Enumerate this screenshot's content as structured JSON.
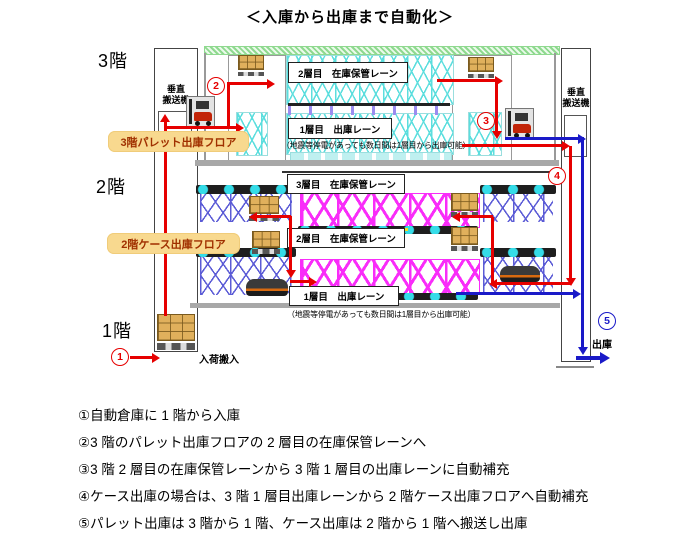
{
  "title": "＜入庫から出庫まで自動化＞",
  "floors": {
    "f3": "3階",
    "f2": "2階",
    "f1": "1階"
  },
  "lifts": {
    "left": "垂直\n搬送機",
    "right": "垂直\n搬送機"
  },
  "floor3": {
    "lane2": "2層目　在庫保管レーン",
    "lane1": "1層目　出庫レーン",
    "caption": "（地震等停電があっても数日間は1層目から出庫可能）",
    "pallet_floor_label": "3階パレット出庫フロア"
  },
  "floor2": {
    "lane3": "3層目　在庫保管レーン",
    "lane2": "2層目　在庫保管レーン",
    "lane1": "1層目　出庫レーン",
    "caption": "（地震等停電があっても数日間は1層目から出庫可能）",
    "case_floor_label": "2階ケース出庫フロア"
  },
  "floor1": {
    "inbound": "入荷搬入"
  },
  "outbound": "出庫",
  "markers": {
    "m1": "1",
    "m2": "2",
    "m3": "3",
    "m4": "4",
    "m5": "5"
  },
  "steps": [
    "①自動倉庫に 1 階から入庫",
    "②3 階のパレット出庫フロアの 2 層目の在庫保管レーンへ",
    "③3 階 2 層目の在庫保管レーンから 3 階 1 層目の出庫レーンに自動補充",
    "④ケース出庫の場合は、3 階 1 層目出庫レーンから 2 階ケース出庫フロアへ自動補充",
    "⑤パレット出庫は 3 階から 1 階、ケース出庫は 2 階から 1 階へ搬送し出庫"
  ],
  "colors": {
    "inbound_arrow": "#E60000",
    "outbound_arrow": "#1A1AC8",
    "rack_3f": "#5cdede",
    "rack_2f": "#f92cf9",
    "floor_label_bg": "#F8D98F",
    "floor_label_text": "#A03000"
  }
}
